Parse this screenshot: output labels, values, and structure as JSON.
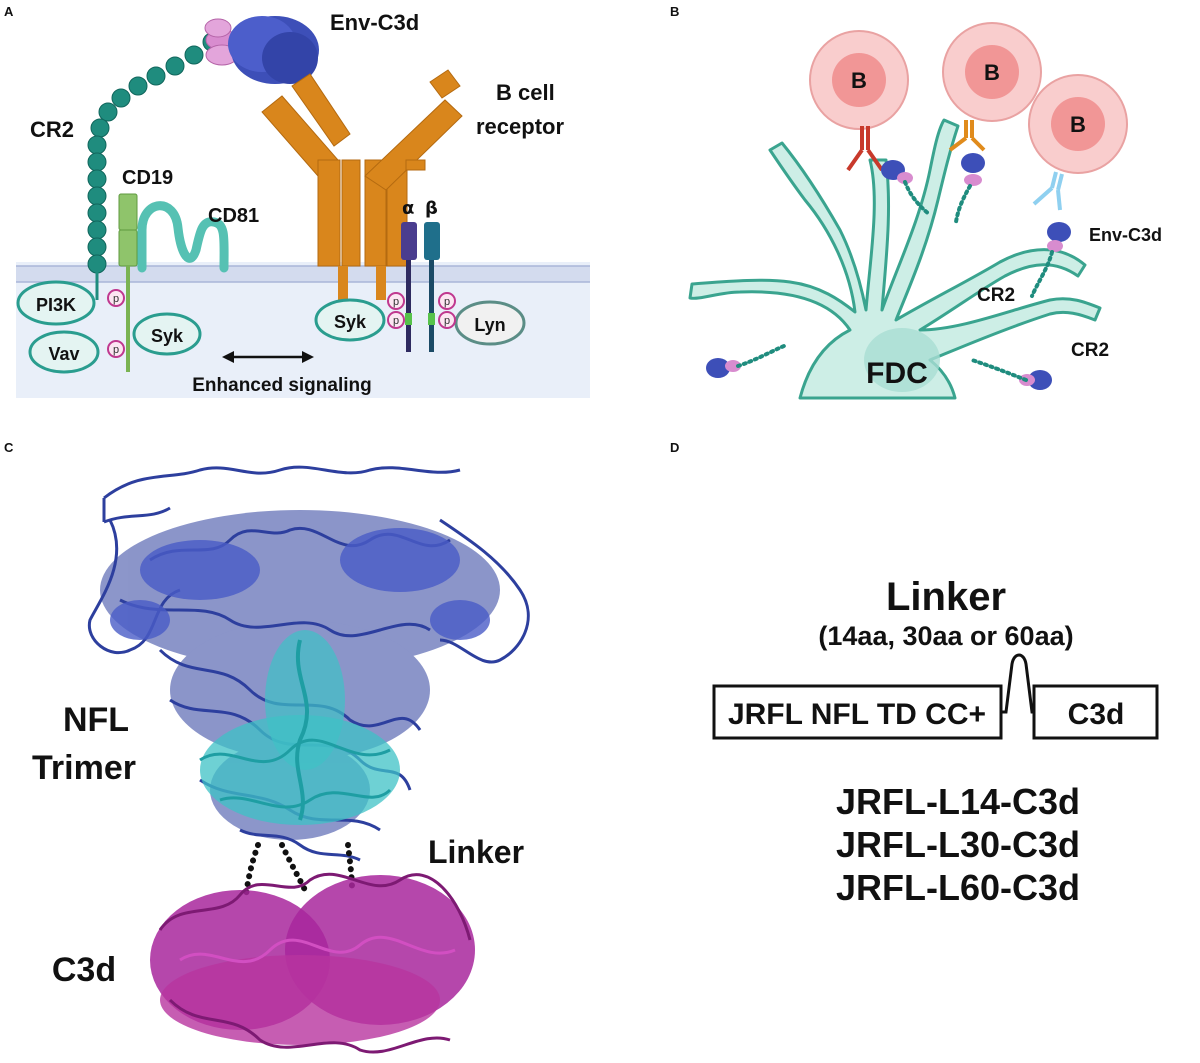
{
  "panels": {
    "a": {
      "letter": "A",
      "env_c3d": "Env-C3d",
      "b_cell_receptor_line1": "B cell",
      "b_cell_receptor_line2": "receptor",
      "cr2": "CR2",
      "cd19": "CD19",
      "cd81": "CD81",
      "alpha": "α",
      "beta": "β",
      "pi3k": "PI3K",
      "vav": "Vav",
      "syk_left": "Syk",
      "syk_right": "Syk",
      "lyn": "Lyn",
      "phospho": "p",
      "enhanced_signaling": "Enhanced signaling"
    },
    "b": {
      "letter": "B",
      "b_cell": "B",
      "env_c3d": "Env-C3d",
      "cr2_upper": "CR2",
      "cr2_lower": "CR2",
      "fdc": "FDC"
    },
    "c": {
      "letter": "C",
      "nfl_line1": "NFL",
      "nfl_line2": "Trimer",
      "linker": "Linker",
      "c3d": "C3d"
    },
    "d": {
      "letter": "D",
      "linker_title": "Linker",
      "linker_options": "(14aa, 30aa or 60aa)",
      "box_left": "JRFL NFL TD CC+",
      "box_right": "C3d",
      "constructs": [
        "JRFL-L14-C3d",
        "JRFL-L30-C3d",
        "JRFL-L60-C3d"
      ]
    }
  },
  "colors": {
    "membrane": "#e9eff9",
    "teal": "#2a9d8f",
    "orange": "#d9861c",
    "env_blue": "#3d4fb8",
    "c3d_pink": "#d88ccf",
    "cd19_green": "#8fc46b",
    "ring_magenta": "#c0388f",
    "b_cell_pink": "#f6b6b6",
    "fdc_fill": "#cdeee6",
    "ribbon_blue": "#2d3f9e",
    "ribbon_cyan": "#3ec2c6",
    "ribbon_magenta": "#a8279c"
  }
}
